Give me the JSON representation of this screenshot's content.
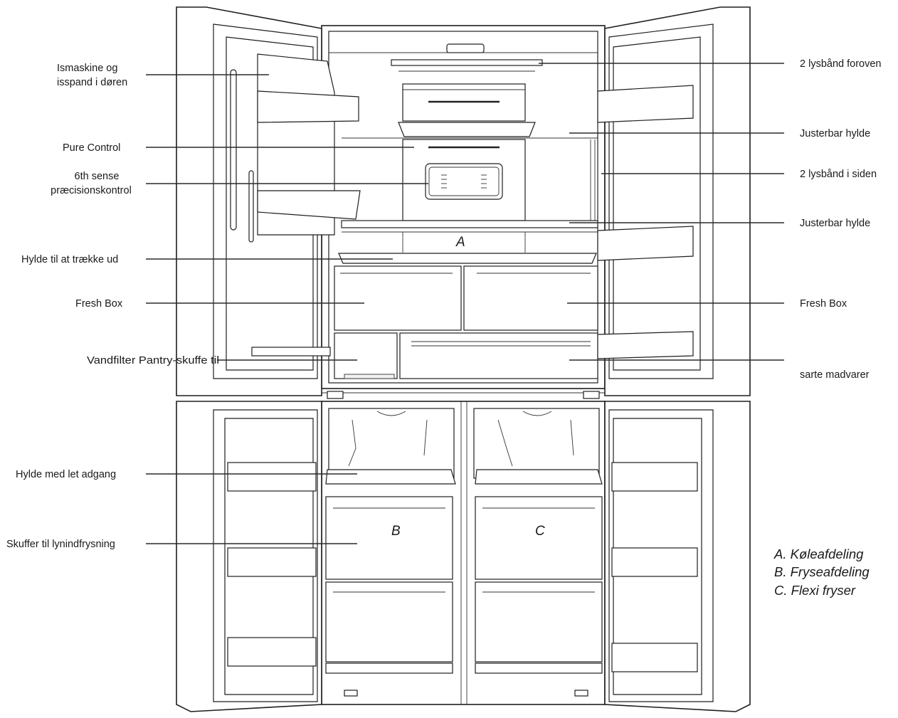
{
  "labels_left": [
    {
      "id": "ice-maker",
      "lines": [
        "Ismaskine og",
        "isspand i døren"
      ]
    },
    {
      "id": "pure-control",
      "lines": [
        "Pure Control"
      ]
    },
    {
      "id": "sixth-sense",
      "lines": [
        "6th sense",
        "præcisionskontrol"
      ]
    },
    {
      "id": "pull-out-shelf",
      "lines": [
        "Hylde til at trække ud"
      ]
    },
    {
      "id": "fresh-box-left",
      "lines": [
        "Fresh Box"
      ]
    },
    {
      "id": "water-filter",
      "lines": [
        "Vandfilter Pantry-skuffe til"
      ]
    },
    {
      "id": "easy-access-shelf",
      "lines": [
        "Hylde med let adgang"
      ]
    },
    {
      "id": "quick-freeze-drawers",
      "lines": [
        "Skuffer til lynindfrysning"
      ]
    }
  ],
  "labels_right": [
    {
      "id": "top-light-strips",
      "lines": [
        "2 lysbånd foroven"
      ]
    },
    {
      "id": "adjustable-shelf-1",
      "lines": [
        "Justerbar hylde"
      ]
    },
    {
      "id": "side-light-strips",
      "lines": [
        "2 lysbånd i siden"
      ]
    },
    {
      "id": "adjustable-shelf-2",
      "lines": [
        "Justerbar hylde"
      ]
    },
    {
      "id": "fresh-box-right",
      "lines": [
        "Fresh Box"
      ]
    },
    {
      "id": "delicate-food",
      "lines": [
        "sarte madvarer"
      ]
    }
  ],
  "zones": {
    "a": "A",
    "b": "B",
    "c": "C"
  },
  "legend": [
    "A. Køleafdeling",
    "B. Fryseafdeling",
    "C. Flexi fryser"
  ]
}
